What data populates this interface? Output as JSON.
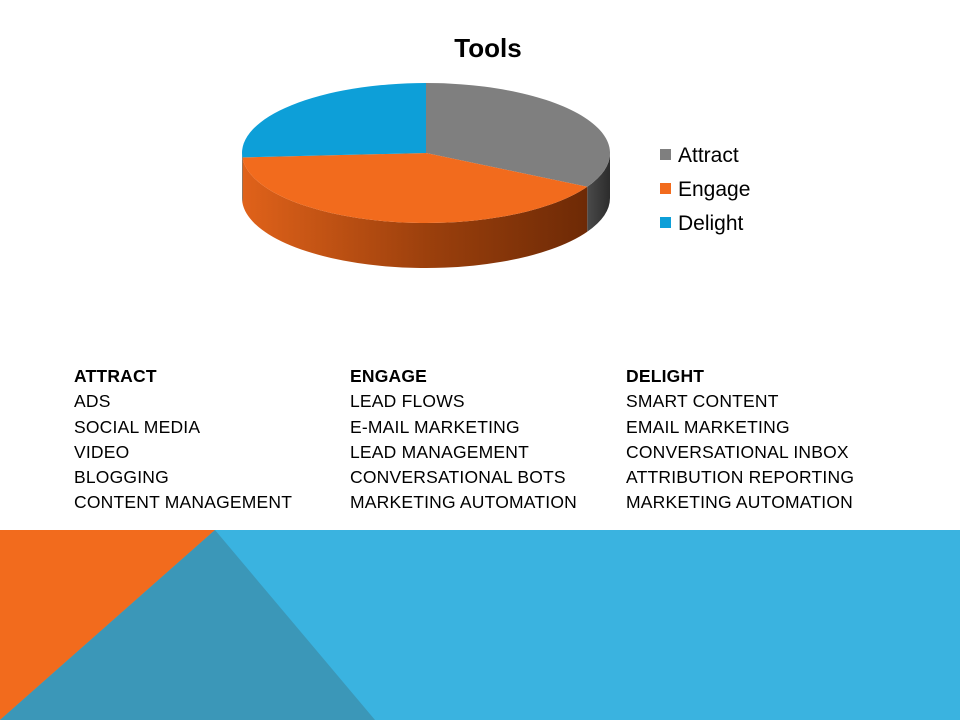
{
  "chart_data": {
    "type": "pie",
    "title": "Tools",
    "categories": [
      "Attract",
      "Engage",
      "Delight"
    ],
    "values": [
      33,
      41,
      26
    ],
    "colors": [
      "#7f7f7f",
      "#f26b1d",
      "#0d9fd8"
    ],
    "legend": "right",
    "three_d": true
  },
  "columns": [
    {
      "heading": "ATTRACT",
      "items": [
        "ADS",
        "SOCIAL MEDIA",
        "VIDEO",
        "BLOGGING",
        "CONTENT MANAGEMENT"
      ]
    },
    {
      "heading": "ENGAGE",
      "items": [
        "LEAD FLOWS",
        "E-MAIL MARKETING",
        "LEAD MANAGEMENT",
        "CONVERSATIONAL BOTS",
        "MARKETING AUTOMATION"
      ]
    },
    {
      "heading": "DELIGHT",
      "items": [
        "SMART CONTENT",
        "EMAIL MARKETING",
        "CONVERSATIONAL INBOX",
        "ATTRIBUTION REPORTING",
        "MARKETING AUTOMATION"
      ]
    }
  ],
  "decoration": {
    "band_color": "#3ab3e0",
    "orange_color": "#f26b1d",
    "overlap_color": "#3b97b8"
  }
}
